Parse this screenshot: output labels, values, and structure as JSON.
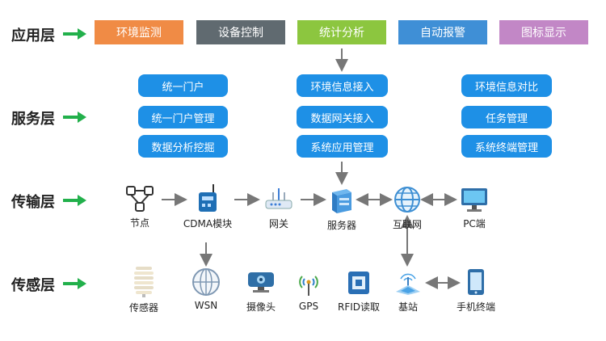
{
  "layers": [
    {
      "label": "应用层"
    },
    {
      "label": "服务层"
    },
    {
      "label": "传输层"
    },
    {
      "label": "传感层"
    }
  ],
  "application": [
    {
      "label": "环境监测",
      "color": "#f08b45"
    },
    {
      "label": "设备控制",
      "color": "#606a70"
    },
    {
      "label": "统计分析",
      "color": "#8cc63f"
    },
    {
      "label": "自动报警",
      "color": "#3f8fd6"
    },
    {
      "label": "图标显示",
      "color": "#c287c6"
    }
  ],
  "services": {
    "col1": [
      "统一门户",
      "统一门户管理",
      "数据分析挖掘"
    ],
    "col2": [
      "环境信息接入",
      "数据网关接入",
      "系统应用管理"
    ],
    "col3": [
      "环境信息对比",
      "任务管理",
      "系统终端管理"
    ]
  },
  "transport": {
    "node": "节点",
    "cdma": "CDMA模块",
    "gateway": "网关",
    "server": "服务器",
    "internet": "互联网",
    "pc": "PC端"
  },
  "sensing": {
    "sensor": "传感器",
    "wsn": "WSN",
    "camera": "摄像头",
    "gps": "GPS",
    "rfid": "RFID读取",
    "base": "基站",
    "phone": "手机终端"
  },
  "colors": {
    "arrow": "#22b04b",
    "service": "#1e90e6",
    "link": "#777777"
  }
}
